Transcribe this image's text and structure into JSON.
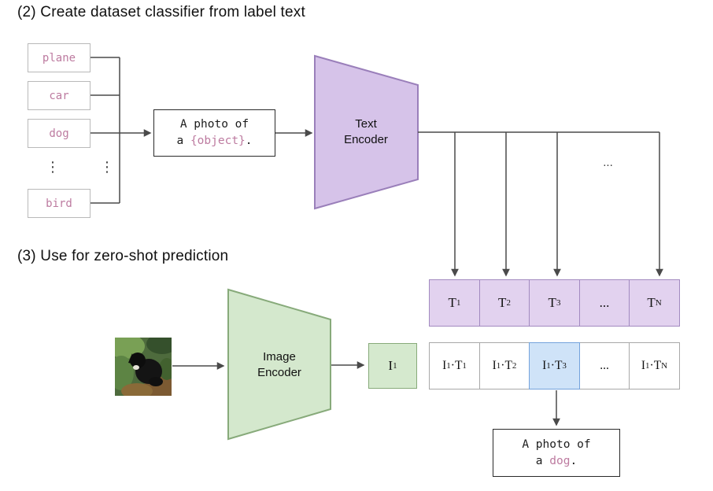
{
  "colors": {
    "purple_fill": "#e2d2ef",
    "purple_trapezoid_fill": "#d6c3e9",
    "purple_border": "#9a7fba",
    "green_fill": "#d5e9ce",
    "green_border": "#87aa7a",
    "blue_highlight_fill": "#cfe3f8",
    "blue_highlight_border": "#74a3dc",
    "pink_code_text": "#bd7ba0",
    "line_color": "#4a4a4a"
  },
  "section2": {
    "title": "(2) Create dataset classifier from label text",
    "labels": [
      "plane",
      "car",
      "dog",
      "bird"
    ],
    "vertical_ellipsis": "⋮",
    "prompt": {
      "line1": "A photo of",
      "line2_pre": "a ",
      "object": "{object}",
      "line2_post": "."
    },
    "text_encoder_label": "Text Encoder",
    "dots": "...",
    "t_cells": [
      {
        "base": "T",
        "sub": "1"
      },
      {
        "base": "T",
        "sub": "2"
      },
      {
        "base": "T",
        "sub": "3"
      },
      {
        "base": "...",
        "sub": ""
      },
      {
        "base": "T",
        "sub": "N"
      }
    ]
  },
  "section3": {
    "title": "(3) Use for zero-shot prediction",
    "image_encoder_label": "Image Encoder",
    "i_cell": {
      "base": "I",
      "sub": "1"
    },
    "p_cells": [
      {
        "lb": "I",
        "ls": "1",
        "dot": "·",
        "rb": "T",
        "rs": "1"
      },
      {
        "lb": "I",
        "ls": "1",
        "dot": "·",
        "rb": "T",
        "rs": "2"
      },
      {
        "lb": "I",
        "ls": "1",
        "dot": "·",
        "rb": "T",
        "rs": "3"
      },
      {
        "lb": "...",
        "ls": "",
        "dot": "",
        "rb": "",
        "rs": ""
      },
      {
        "lb": "I",
        "ls": "1",
        "dot": "·",
        "rb": "T",
        "rs": "N"
      }
    ],
    "prediction": {
      "line1": "A photo of",
      "line2_pre": "a ",
      "object": "dog",
      "line2_post": "."
    }
  }
}
